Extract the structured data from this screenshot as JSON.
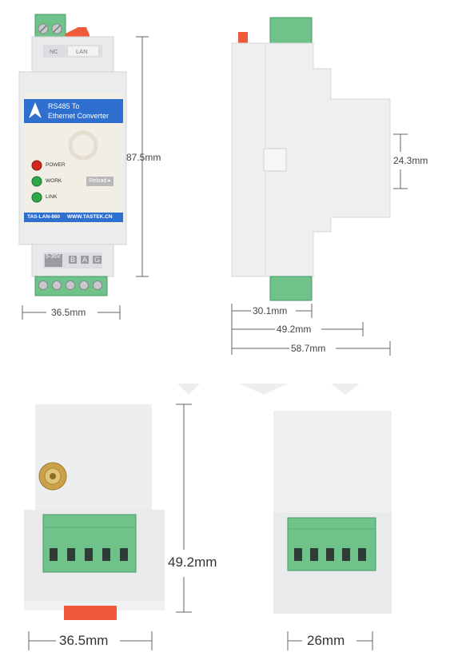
{
  "front_view": {
    "brand_line1": "RS485 To",
    "brand_line2": "Ethernet Converter",
    "port_nc": "NC",
    "port_lan": "LAN",
    "led_power": "POWER",
    "led_work": "WORK",
    "led_link": "LINK",
    "reload_button": "Reload",
    "model": "TAS-LAN-860",
    "website": "WWW.TASTEK.CN",
    "terminal_voltage": "5-36V",
    "terminal_b": "B",
    "terminal_a": "A",
    "terminal_g": "G",
    "dim_height": "87.5mm",
    "dim_width": "36.5mm"
  },
  "side_view": {
    "dim_24": "24.3mm",
    "dim_30": "30.1mm",
    "dim_49": "49.2mm",
    "dim_58": "58.7mm"
  },
  "bottom_left_view": {
    "dim_height": "49.2mm",
    "dim_width": "36.5mm"
  },
  "bottom_right_view": {
    "dim_width": "26mm"
  },
  "colors": {
    "case": "#e9eaec",
    "case_shade": "#d9dadd",
    "terminal_green": "#6fc28a",
    "terminal_dark": "#3e8f5b",
    "brand_blue": "#2e6fd0",
    "latch_orange": "#ef5b3a"
  }
}
